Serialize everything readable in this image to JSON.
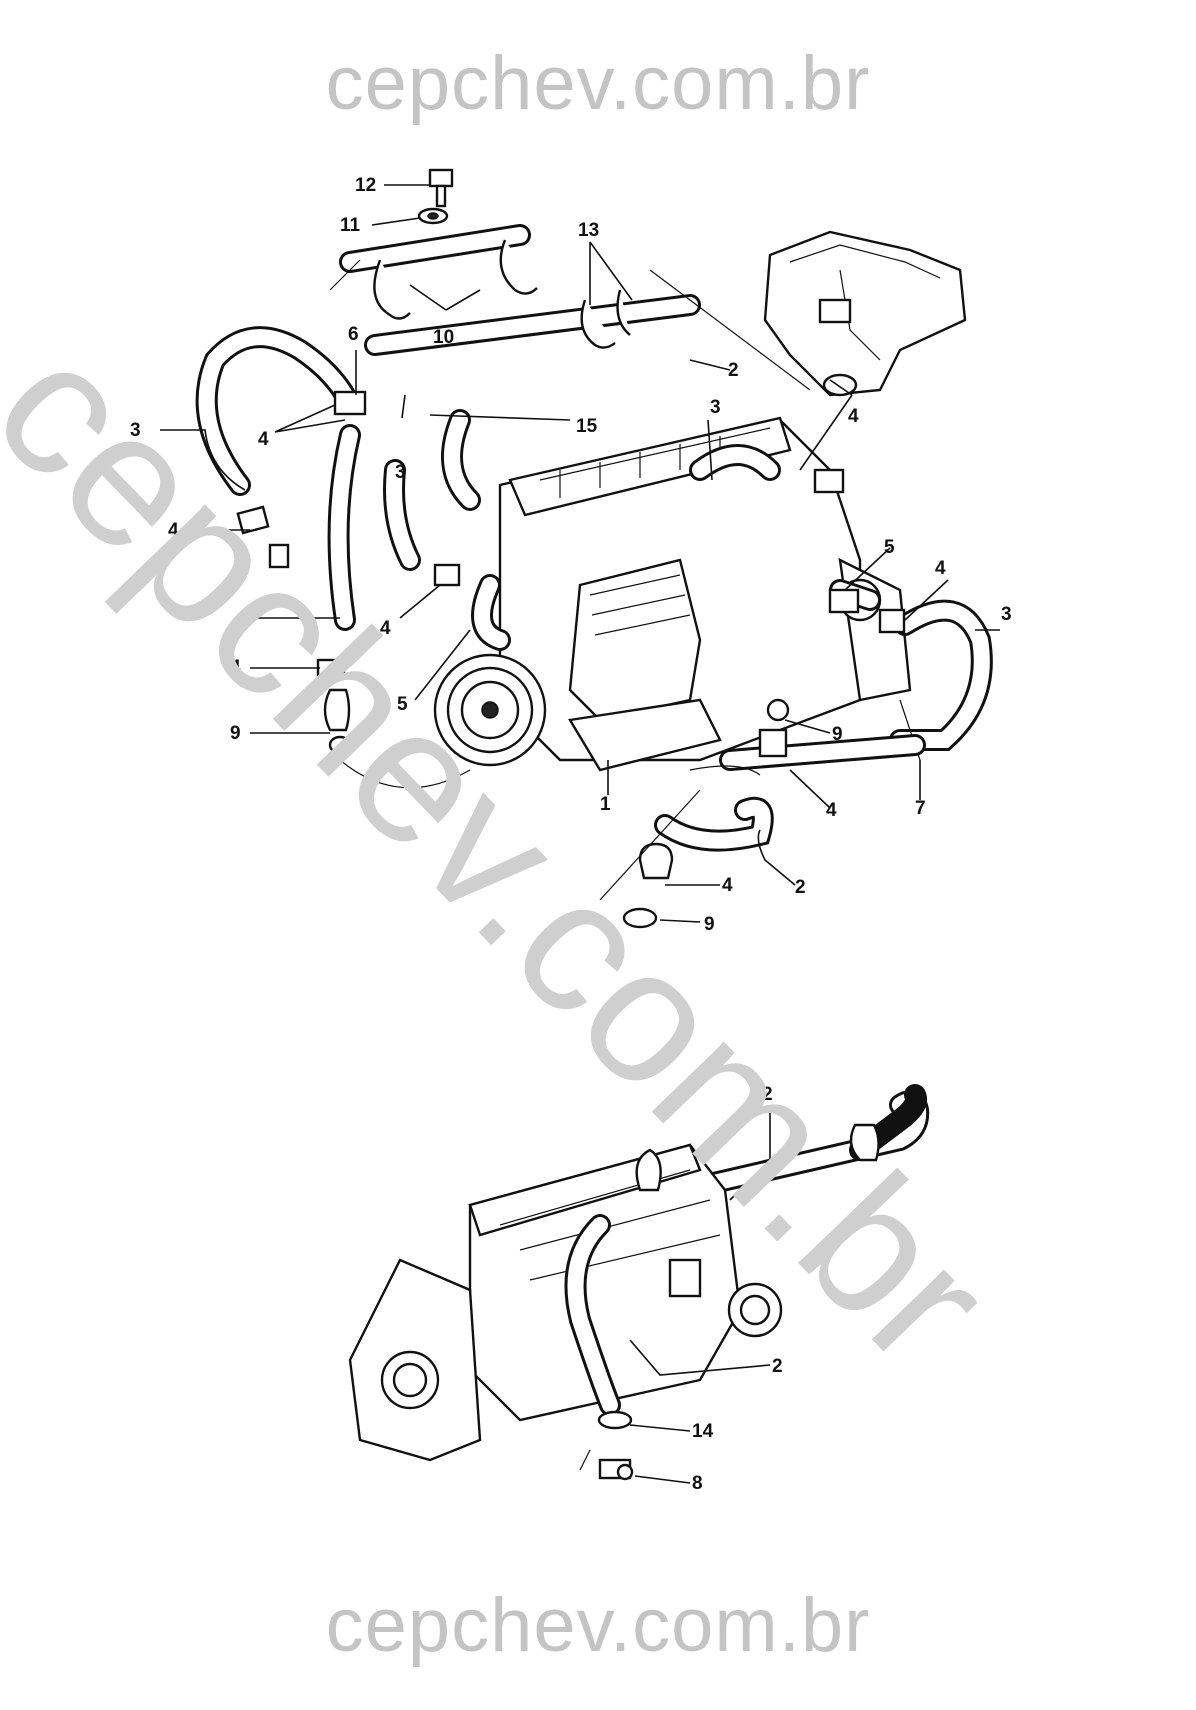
{
  "watermarks": {
    "top": "cepchev.com.br",
    "diagonal": "cepchev.com.br",
    "bottom": "cepchev.com.br"
  },
  "callouts": {
    "c12": "12",
    "c11": "11",
    "c13": "13",
    "c10": "10",
    "c6": "6",
    "c2a": "2",
    "c3a": "3",
    "c4a": "4",
    "c3b": "3",
    "c15": "15",
    "c3c": "3",
    "c4b": "4",
    "c4c": "4",
    "c5a": "5",
    "c4d": "4",
    "c2b": "2",
    "c4e": "4",
    "c3d": "3",
    "c4f": "4",
    "c5b": "5",
    "c9a": "9",
    "c9b": "9",
    "c1": "1",
    "c4g": "4",
    "c7": "7",
    "c2c": "2",
    "c4h": "4",
    "c9c": "9",
    "c2d": "2",
    "c2e": "2",
    "c14": "14",
    "c8": "8"
  }
}
